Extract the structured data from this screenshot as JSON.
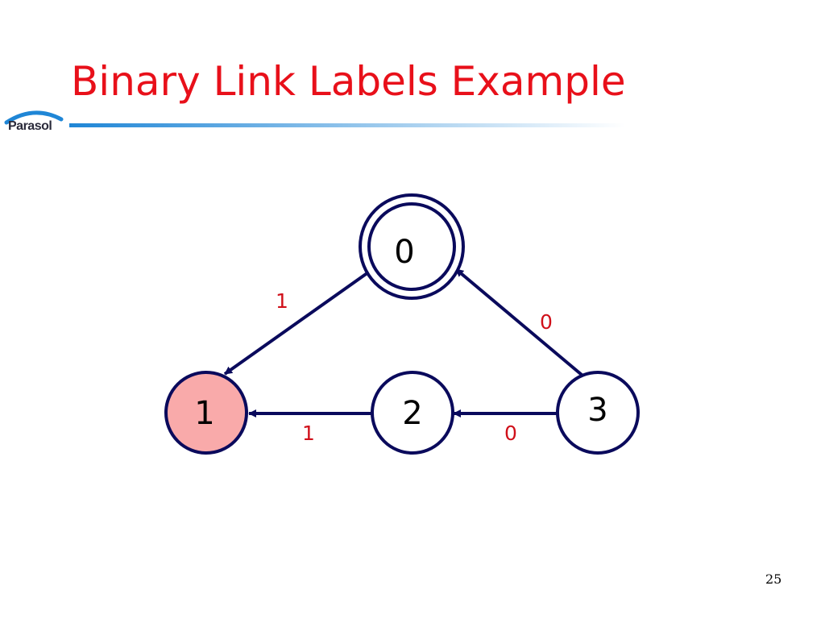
{
  "slide": {
    "title": "Binary Link Labels Example",
    "page_number": "25"
  },
  "logo": {
    "text": "Parasol",
    "icon": "parasol-arc-icon"
  },
  "diagram": {
    "nodes": [
      {
        "id": "0",
        "label": "0",
        "accepting": true,
        "highlighted": false
      },
      {
        "id": "1",
        "label": "1",
        "accepting": false,
        "highlighted": true
      },
      {
        "id": "2",
        "label": "2",
        "accepting": false,
        "highlighted": false
      },
      {
        "id": "3",
        "label": "3",
        "accepting": false,
        "highlighted": false
      }
    ],
    "edges": [
      {
        "from": "0",
        "to": "1",
        "label": "1"
      },
      {
        "from": "3",
        "to": "0",
        "label": "0"
      },
      {
        "from": "2",
        "to": "1",
        "label": "1"
      },
      {
        "from": "3",
        "to": "2",
        "label": "0"
      }
    ]
  },
  "colors": {
    "title": "#e8101a",
    "edge_label": "#d0101a",
    "stroke": "#0a0a5c",
    "node_fill": "#ffffff",
    "highlight_fill": "#f9aaaa",
    "rule_start": "#1f86d6",
    "rule_end": "#ffffff",
    "logo_arc": "#1f86d6",
    "logo_text": "#2a2a3a",
    "text": "#000000"
  }
}
